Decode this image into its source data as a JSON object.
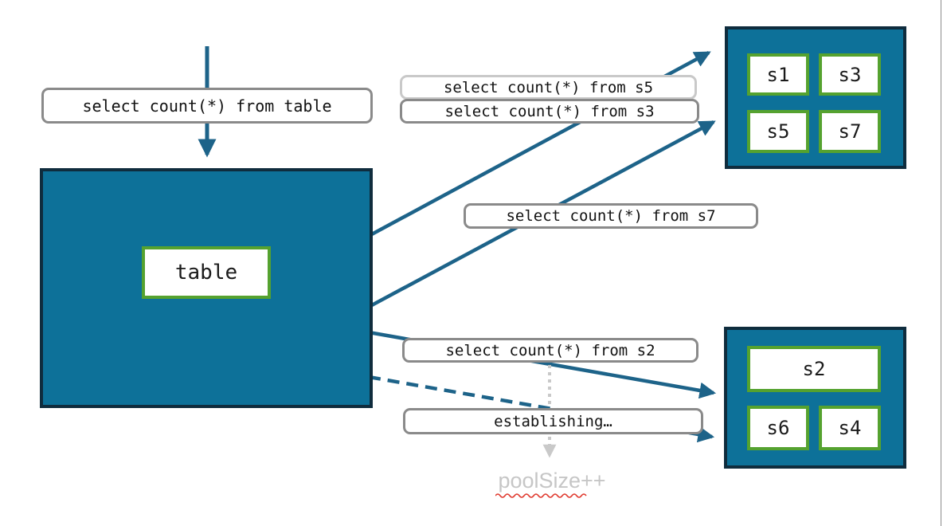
{
  "labels": {
    "query_table": "select count(*) from table",
    "query_s5": "select count(*) from s5",
    "query_s3": "select count(*) from s3",
    "query_s7": "select count(*) from s7",
    "query_s2": "select count(*) from s2",
    "establishing": "establishing…",
    "pool_size": "poolSize++"
  },
  "source": {
    "table_label": "table"
  },
  "shards": {
    "top": [
      "s1",
      "s3",
      "s5",
      "s7"
    ],
    "bottom": [
      "s2",
      "s6",
      "s4"
    ]
  },
  "colors": {
    "shard_box_fill": "#0d7199",
    "shard_box_border": "#0f2c3d",
    "inner_box_border_green": "#55a22f",
    "arrow_teal": "#1d6389",
    "label_border_gray": "#8a8a8a",
    "label_border_light": "#c9c9c9",
    "pool_size_text": "#c6c6c6",
    "spellcheck_squiggle": "#e03b30",
    "dotted_arrow_gray": "#c9c9c9"
  }
}
